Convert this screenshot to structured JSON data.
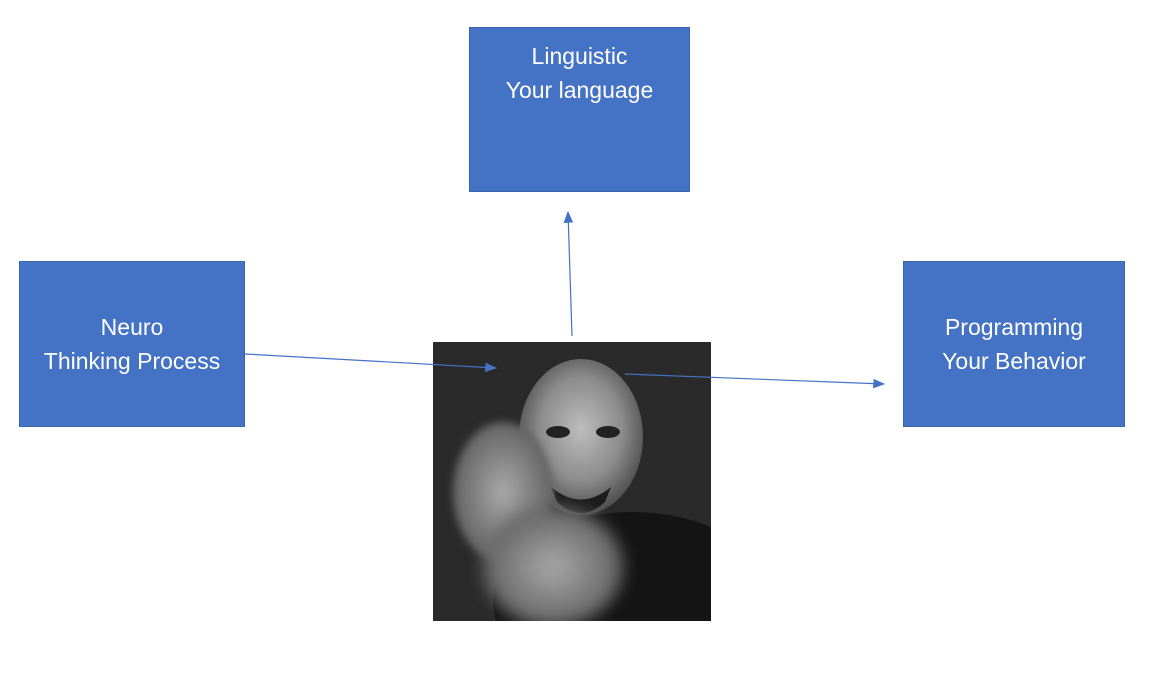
{
  "diagram": {
    "nodes": {
      "linguistic": {
        "title": "Linguistic",
        "subtitle": "Your language"
      },
      "neuro": {
        "title": "Neuro",
        "subtitle": "Thinking Process"
      },
      "programming": {
        "title": "Programming",
        "subtitle": "Your Behavior"
      }
    },
    "center_image": {
      "icon": "person-pointing-photo"
    },
    "edges": [
      {
        "from": "center_image",
        "to": "linguistic"
      },
      {
        "from": "neuro",
        "to": "center_image"
      },
      {
        "from": "center_image",
        "to": "programming"
      }
    ],
    "colors": {
      "box_fill": "#4472c4",
      "box_text": "#ffffff",
      "arrow": "#4472c4"
    }
  }
}
